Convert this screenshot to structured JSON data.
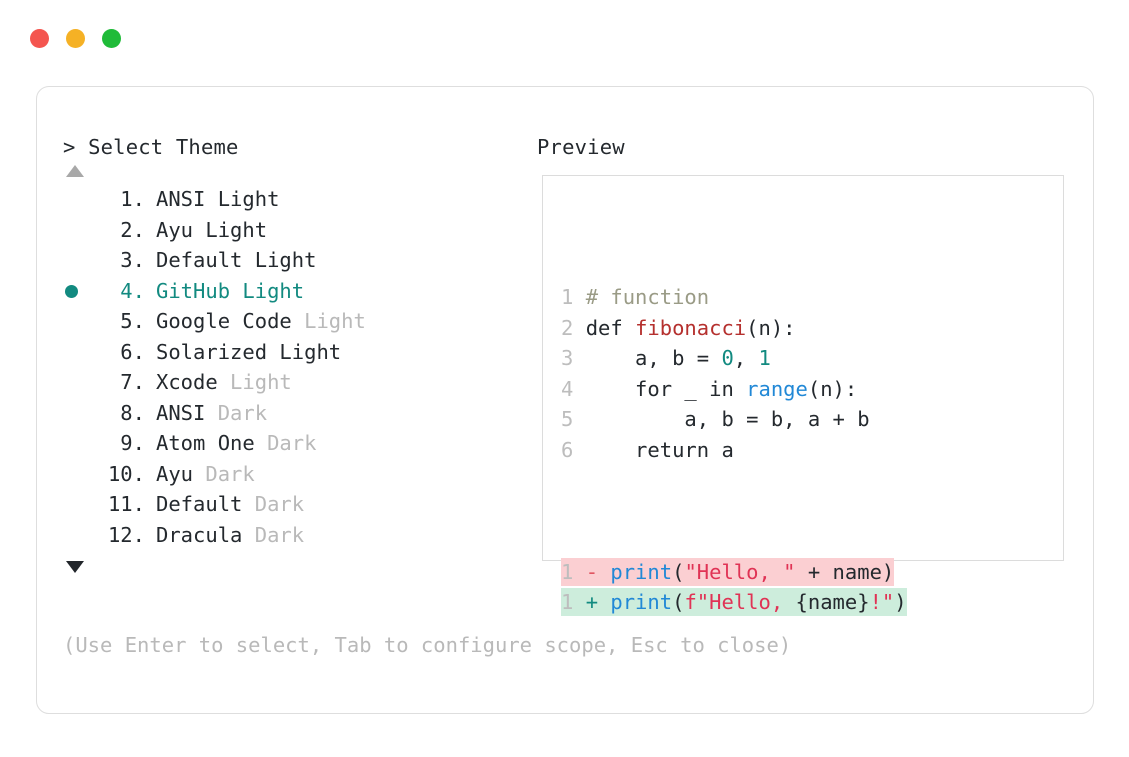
{
  "window": {
    "dots": [
      {
        "name": "close",
        "color": "#f4554f"
      },
      {
        "name": "minimize",
        "color": "#f5b125"
      },
      {
        "name": "maximize",
        "color": "#1fbb38"
      }
    ]
  },
  "prompt": {
    "symbol": "> ",
    "title": "Select Theme"
  },
  "preview": {
    "header": "Preview"
  },
  "scroll": {
    "up_glyph": "▲",
    "down_glyph": "▼"
  },
  "accent_color": "#128a80",
  "list": {
    "selected_index": 4,
    "items": [
      {
        "num": " 1.",
        "name": "ANSI Light",
        "suffix": "",
        "suffix_dim": false
      },
      {
        "num": " 2.",
        "name": "Ayu Light",
        "suffix": "",
        "suffix_dim": false
      },
      {
        "num": " 3.",
        "name": "Default Light",
        "suffix": "",
        "suffix_dim": false
      },
      {
        "num": " 4.",
        "name": "GitHub Light",
        "suffix": "",
        "suffix_dim": false
      },
      {
        "num": " 5.",
        "name": "Google Code",
        "suffix": "Light",
        "suffix_dim": true
      },
      {
        "num": " 6.",
        "name": "Solarized Light",
        "suffix": "",
        "suffix_dim": false
      },
      {
        "num": " 7.",
        "name": "Xcode",
        "suffix": "Light",
        "suffix_dim": true
      },
      {
        "num": " 8.",
        "name": "ANSI",
        "suffix": "Dark",
        "suffix_dim": true
      },
      {
        "num": " 9.",
        "name": "Atom One",
        "suffix": "Dark",
        "suffix_dim": true
      },
      {
        "num": "10.",
        "name": "Ayu",
        "suffix": "Dark",
        "suffix_dim": true
      },
      {
        "num": "11.",
        "name": "Default",
        "suffix": "Dark",
        "suffix_dim": true
      },
      {
        "num": "12.",
        "name": "Dracula",
        "suffix": "Dark",
        "suffix_dim": true
      }
    ]
  },
  "code": {
    "lines": [
      {
        "no": "1",
        "tokens": [
          {
            "t": "# function",
            "c": "com"
          }
        ]
      },
      {
        "no": "2",
        "tokens": [
          {
            "t": "def ",
            "c": "kw"
          },
          {
            "t": "fibonacci",
            "c": "fn"
          },
          {
            "t": "(n):",
            "c": "plain"
          }
        ]
      },
      {
        "no": "3",
        "tokens": [
          {
            "t": "    a, b = ",
            "c": "plain"
          },
          {
            "t": "0",
            "c": "num"
          },
          {
            "t": ", ",
            "c": "plain"
          },
          {
            "t": "1",
            "c": "num"
          }
        ]
      },
      {
        "no": "4",
        "tokens": [
          {
            "t": "    for _ in ",
            "c": "plain"
          },
          {
            "t": "range",
            "c": "builtin"
          },
          {
            "t": "(n):",
            "c": "plain"
          }
        ]
      },
      {
        "no": "5",
        "tokens": [
          {
            "t": "        a, b = b, a + b",
            "c": "plain"
          }
        ]
      },
      {
        "no": "6",
        "tokens": [
          {
            "t": "    return a",
            "c": "plain"
          }
        ]
      }
    ],
    "diff": [
      {
        "no": "1",
        "kind": "del",
        "sign": "-",
        "tokens": [
          {
            "t": "print",
            "c": "builtin"
          },
          {
            "t": "(",
            "c": "plain"
          },
          {
            "t": "\"Hello, \"",
            "c": "str"
          },
          {
            "t": " + name)",
            "c": "plain"
          }
        ]
      },
      {
        "no": "1",
        "kind": "add",
        "sign": "+",
        "tokens": [
          {
            "t": "print",
            "c": "builtin"
          },
          {
            "t": "(",
            "c": "plain"
          },
          {
            "t": "f\"Hello, ",
            "c": "str"
          },
          {
            "t": "{name}",
            "c": "plain"
          },
          {
            "t": "!\"",
            "c": "str"
          },
          {
            "t": ")",
            "c": "plain"
          }
        ]
      }
    ]
  },
  "footer": {
    "hint": "(Use Enter to select, Tab to configure scope, Esc to close)"
  }
}
